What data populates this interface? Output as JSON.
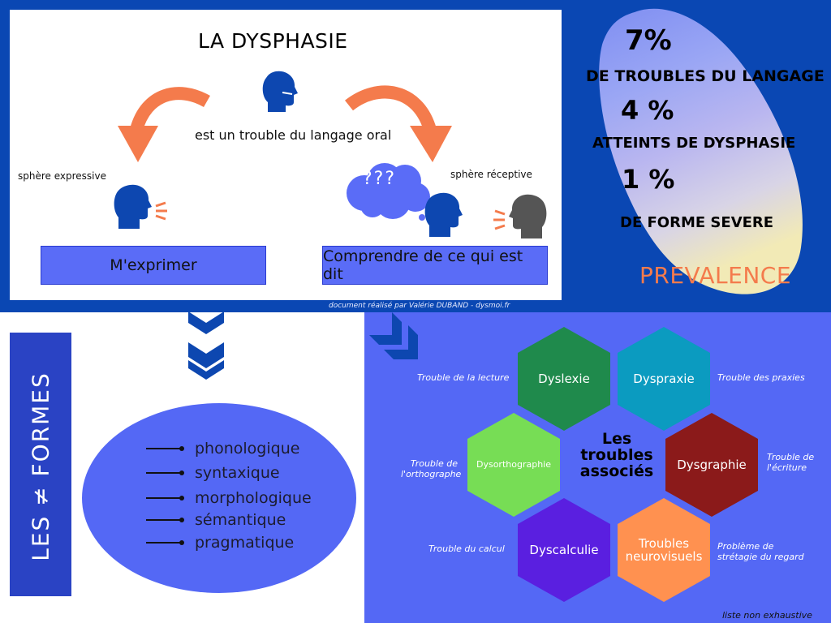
{
  "top_panel": {
    "title": "LA DYSPHASIE",
    "description": "est un trouble du langage oral",
    "left_sphere": "sphère expressive",
    "right_sphere": "sphère réceptive",
    "left_box": "M'exprimer",
    "right_box": "Comprendre de ce qui est dit",
    "credit": "document réalisé par Valérie DUBAND - dysmoi.fr",
    "question_marks": "???"
  },
  "prevalence": {
    "stat1_value": "7%",
    "stat1_label": "DE TROUBLES DU LANGAGE",
    "stat2_value": "4 %",
    "stat2_label": "ATTEINTS DE DYSPHASIE",
    "stat3_value": "1 %",
    "stat3_label": "DE FORME SEVERE",
    "heading": "PREVALENCE"
  },
  "forms": {
    "heading": "LES ≠ FORMES",
    "items": [
      "phonologique",
      "syntaxique",
      "morphologique",
      "sémantique",
      "pragmatique"
    ]
  },
  "associated": {
    "center_title": "Les troubles associés",
    "hexagons": [
      {
        "name": "Dyslexie",
        "color": "#1f8a4c",
        "desc": "Trouble de la lecture"
      },
      {
        "name": "Dyspraxie",
        "color": "#0b9bc0",
        "desc": "Trouble des praxies"
      },
      {
        "name": "Dysorthographie",
        "color": "#77dd55",
        "desc": "Trouble de l'orthographe"
      },
      {
        "name": "Dysgraphie",
        "color": "#8b1a1a",
        "desc": "Trouble de l'écriture"
      },
      {
        "name": "Dyscalculie",
        "color": "#5a1fe0",
        "desc": "Trouble du calcul"
      },
      {
        "name": "Troubles neurovisuels",
        "color": "#ff9150",
        "desc": "Problème de strétagie du regard"
      }
    ],
    "note": "liste non exhaustive"
  },
  "colors": {
    "navy": "#0a47b3",
    "orange_arrow": "#f47b4c",
    "box_blue": "#5a6cf7",
    "icon_blue": "#0d47b0",
    "icon_grey": "#555555"
  }
}
